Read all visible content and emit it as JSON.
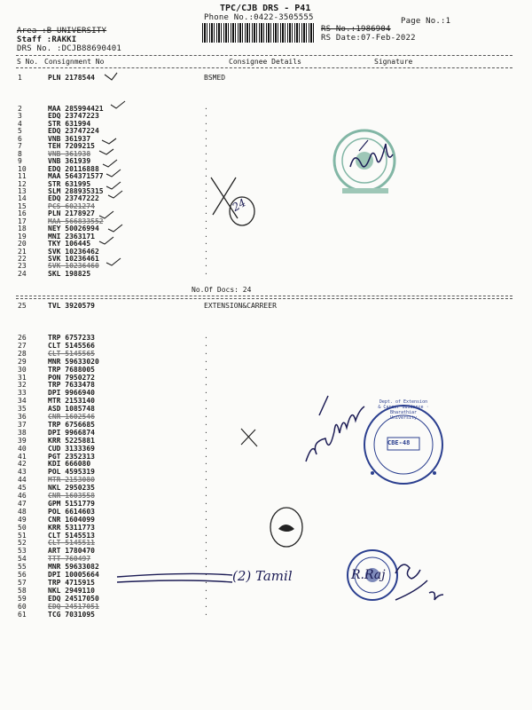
{
  "header": {
    "title": "TPC/CJB  DRS - P41",
    "phone": "Phone No.:0422-3505555",
    "area": "Area :B UNIVERSITY",
    "staff": "Staff :RAKKI",
    "drs_no": "DRS No. :DCJB88690401",
    "rs_no": "RS No.:1986904",
    "rs_date": "RS Date:07-Feb-2022",
    "page_no": "Page No.:1"
  },
  "columns": {
    "sno": "S No.",
    "consignment": "Consignment No",
    "consignee": "Consignee Details",
    "signature": "Signature"
  },
  "groups": [
    {
      "consignee": "BSMED",
      "summary": "No.Of Docs: 24"
    },
    {
      "consignee": "EXTENSION&CARREER"
    }
  ],
  "rows": [
    {
      "sno": "1",
      "con": "PLN 2178544",
      "struck": false
    },
    {
      "sno": "2",
      "con": "MAA 285994421",
      "struck": false
    },
    {
      "sno": "3",
      "con": "EDQ 23747223",
      "struck": false
    },
    {
      "sno": "4",
      "con": "STR 631994",
      "struck": false
    },
    {
      "sno": "5",
      "con": "EDQ 23747224",
      "struck": false
    },
    {
      "sno": "6",
      "con": "VNB 361937",
      "struck": false
    },
    {
      "sno": "7",
      "con": "TEH 7209215",
      "struck": false
    },
    {
      "sno": "8",
      "con": "VNB 361938",
      "struck": true
    },
    {
      "sno": "9",
      "con": "VNB 361939",
      "struck": false
    },
    {
      "sno": "10",
      "con": "EDQ 20116888",
      "struck": false
    },
    {
      "sno": "11",
      "con": "MAA 564371577",
      "struck": false
    },
    {
      "sno": "12",
      "con": "STR 631995",
      "struck": false
    },
    {
      "sno": "13",
      "con": "SLM 288935315",
      "struck": false
    },
    {
      "sno": "14",
      "con": "EDQ 23747222",
      "struck": false
    },
    {
      "sno": "15",
      "con": "PCS 6021274",
      "struck": true
    },
    {
      "sno": "16",
      "con": "PLN 2178927",
      "struck": false
    },
    {
      "sno": "17",
      "con": "MAA 566833552",
      "struck": true
    },
    {
      "sno": "18",
      "con": "NEY 50026994",
      "struck": false
    },
    {
      "sno": "19",
      "con": "MNI 2363171",
      "struck": false
    },
    {
      "sno": "20",
      "con": "TKY 106445",
      "struck": false
    },
    {
      "sno": "21",
      "con": "SVK 10236462",
      "struck": false
    },
    {
      "sno": "22",
      "con": "SVK 10236461",
      "struck": false
    },
    {
      "sno": "23",
      "con": "SVK 10236460",
      "struck": true
    },
    {
      "sno": "24",
      "con": "SKL 198825",
      "struck": false
    },
    {
      "sno": "25",
      "con": "TVL 3920579",
      "struck": false
    },
    {
      "sno": "26",
      "con": "TRP 6757233",
      "struck": false
    },
    {
      "sno": "27",
      "con": "CLT 5145566",
      "struck": false
    },
    {
      "sno": "28",
      "con": "CLT 5145565",
      "struck": true
    },
    {
      "sno": "29",
      "con": "MNR 59633020",
      "struck": false
    },
    {
      "sno": "30",
      "con": "TRP 7688005",
      "struck": false
    },
    {
      "sno": "31",
      "con": "PON 7950272",
      "struck": false
    },
    {
      "sno": "32",
      "con": "TRP 7633478",
      "struck": false
    },
    {
      "sno": "33",
      "con": "DPI 9966940",
      "struck": false
    },
    {
      "sno": "34",
      "con": "MTR 2153140",
      "struck": false
    },
    {
      "sno": "35",
      "con": "ASD 1085748",
      "struck": false
    },
    {
      "sno": "36",
      "con": "CNR 1602546",
      "struck": true
    },
    {
      "sno": "37",
      "con": "TRP 6756685",
      "struck": false
    },
    {
      "sno": "38",
      "con": "DPI 9966874",
      "struck": false
    },
    {
      "sno": "39",
      "con": "KRR 5225881",
      "struck": false
    },
    {
      "sno": "40",
      "con": "CUD 3133369",
      "struck": false
    },
    {
      "sno": "41",
      "con": "PGT 2352313",
      "struck": false
    },
    {
      "sno": "42",
      "con": "KDI 666080",
      "struck": false
    },
    {
      "sno": "43",
      "con": "POL 4595319",
      "struck": false
    },
    {
      "sno": "44",
      "con": "MTR 2153080",
      "struck": true
    },
    {
      "sno": "45",
      "con": "NKL 2950235",
      "struck": false
    },
    {
      "sno": "46",
      "con": "CNR 1603558",
      "struck": true
    },
    {
      "sno": "47",
      "con": "GPM 5151779",
      "struck": false
    },
    {
      "sno": "48",
      "con": "POL 6614603",
      "struck": false
    },
    {
      "sno": "49",
      "con": "CNR 1604099",
      "struck": false
    },
    {
      "sno": "50",
      "con": "KRR 5311773",
      "struck": false
    },
    {
      "sno": "51",
      "con": "CLT 5145513",
      "struck": false
    },
    {
      "sno": "52",
      "con": "CLT 5145511",
      "struck": true
    },
    {
      "sno": "53",
      "con": "ART 1780470",
      "struck": false
    },
    {
      "sno": "54",
      "con": "TTT 760497",
      "struck": true
    },
    {
      "sno": "55",
      "con": "MNR 59633082",
      "struck": false
    },
    {
      "sno": "56",
      "con": "DPI 10005664",
      "struck": false
    },
    {
      "sno": "57",
      "con": "TRP 4715915",
      "struck": false
    },
    {
      "sno": "58",
      "con": "NKL 2949110",
      "struck": false
    },
    {
      "sno": "59",
      "con": "EDQ 24517050",
      "struck": false
    },
    {
      "sno": "60",
      "con": "EDQ 24517051",
      "struck": true
    },
    {
      "sno": "61",
      "con": "TCG 7031095",
      "struck": false
    }
  ],
  "stamps": {
    "stamp_center": "CBE-48",
    "stamp_ring": "Dept. of Extension & Career Guidance · Bharathiar University"
  },
  "handwriting": {
    "circled_number": "24",
    "note_bottom": "(2) Tamil",
    "sign_bottom": "R.Raj"
  },
  "colors": {
    "ink": "#1a1a1a",
    "pen": "#1c1c55",
    "stamp_blue": "#2b3f8f",
    "stamp_green": "#5aa08a"
  }
}
